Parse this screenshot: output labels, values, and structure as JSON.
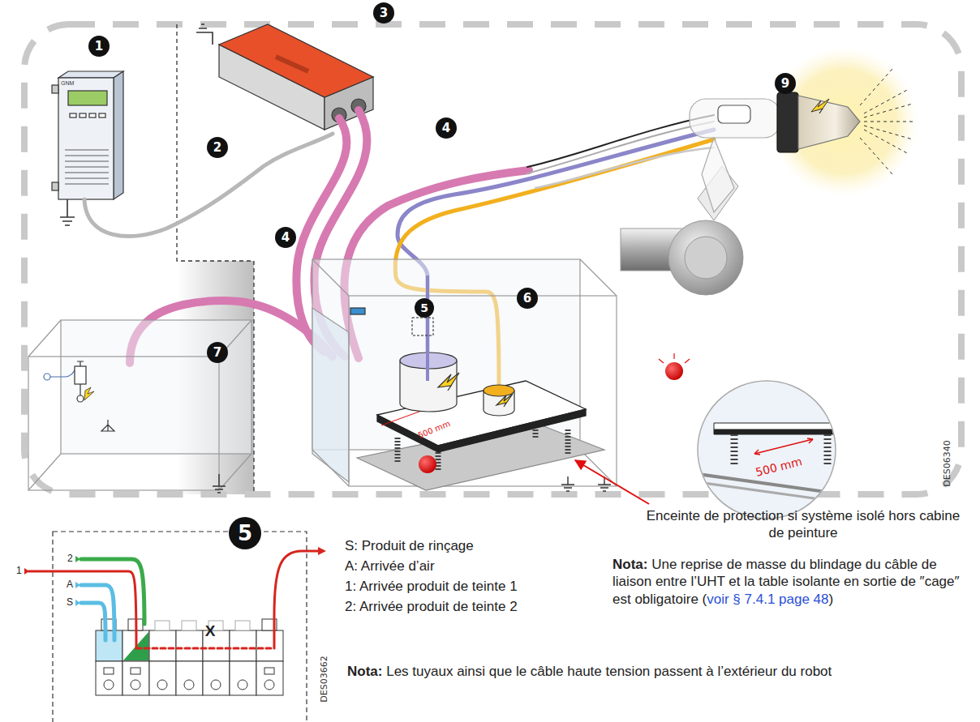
{
  "diagram": {
    "labels": [
      "1",
      "GNM",
      "2",
      "3",
      "4",
      "4",
      "9",
      "5",
      "6",
      "7",
      "500 mm",
      "500 mm",
      "DES06340",
      "Enceinte de protection si système isolé hors cabine de peinture",
      "5",
      "2",
      "1",
      "A",
      "S",
      "X",
      "DES03662",
      "S: Produit de rinçage",
      "A: Arrivée d’air",
      "1: Arrivée produit de teinte 1",
      "2: Arrivée produit de teinte 2",
      "Nota:",
      "Une reprise de masse du blindage du câble de liaison entre l’UHT et la table isolante en sortie de ″cage″ est obligatoire (",
      "voir § 7.4.1 page 48",
      ")",
      "Nota:",
      "Les tuyaux ainsi que le câble haute tension passent à l’extérieur du robot"
    ]
  }
}
